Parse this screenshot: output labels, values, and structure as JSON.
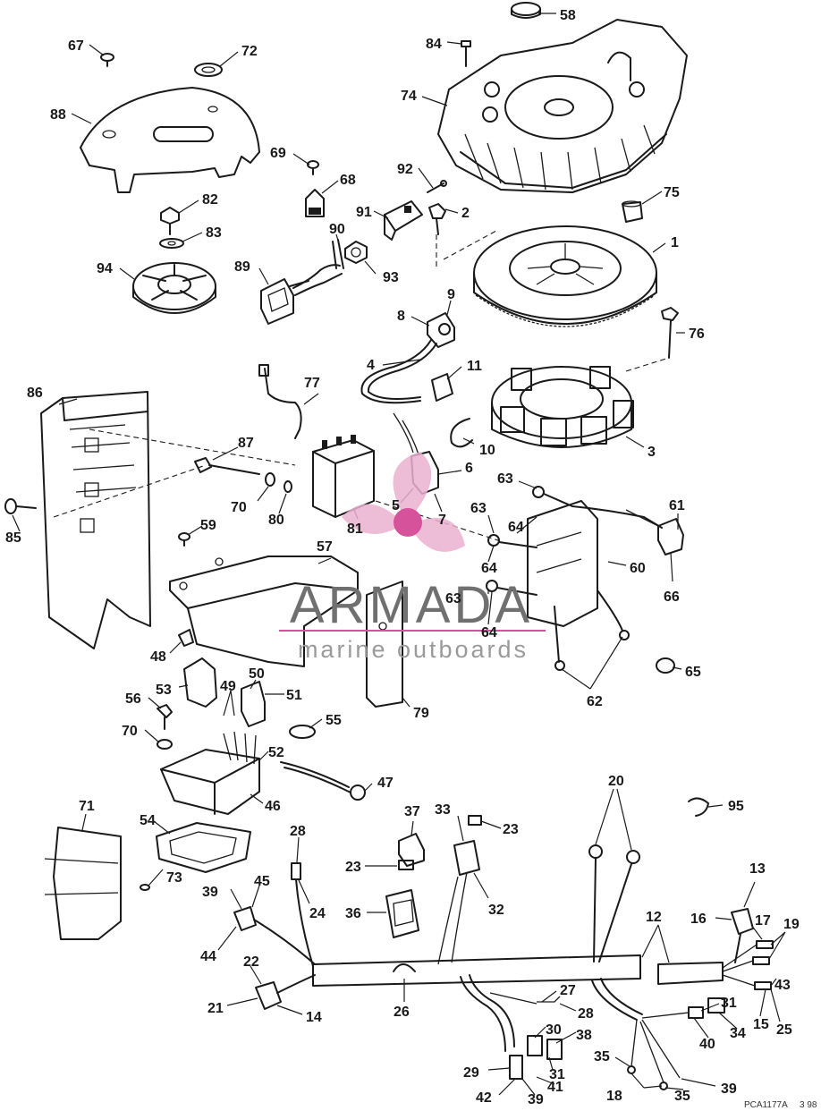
{
  "watermark": {
    "brand": "ARMADA",
    "tagline": "marine outboards",
    "logo_colors": {
      "pink": "#d6529a",
      "light_pink": "#eab0cf",
      "grey": "#707070"
    }
  },
  "drawing_code": "PCA1177A",
  "drawing_date": "3 98",
  "callouts": [
    {
      "id": "c1",
      "label": "1"
    },
    {
      "id": "c2",
      "label": "2"
    },
    {
      "id": "c3",
      "label": "3"
    },
    {
      "id": "c4",
      "label": "4"
    },
    {
      "id": "c5",
      "label": "5"
    },
    {
      "id": "c6",
      "label": "6"
    },
    {
      "id": "c7",
      "label": "7"
    },
    {
      "id": "c8",
      "label": "8"
    },
    {
      "id": "c9",
      "label": "9"
    },
    {
      "id": "c10",
      "label": "10"
    },
    {
      "id": "c11",
      "label": "11"
    },
    {
      "id": "c12",
      "label": "12"
    },
    {
      "id": "c13",
      "label": "13"
    },
    {
      "id": "c14",
      "label": "14"
    },
    {
      "id": "c15",
      "label": "15"
    },
    {
      "id": "c16",
      "label": "16"
    },
    {
      "id": "c17",
      "label": "17"
    },
    {
      "id": "c18",
      "label": "18"
    },
    {
      "id": "c19",
      "label": "19"
    },
    {
      "id": "c20",
      "label": "20"
    },
    {
      "id": "c21",
      "label": "21"
    },
    {
      "id": "c22",
      "label": "22"
    },
    {
      "id": "c23a",
      "label": "23"
    },
    {
      "id": "c23b",
      "label": "23"
    },
    {
      "id": "c24",
      "label": "24"
    },
    {
      "id": "c25",
      "label": "25"
    },
    {
      "id": "c26",
      "label": "26"
    },
    {
      "id": "c27",
      "label": "27"
    },
    {
      "id": "c28a",
      "label": "28"
    },
    {
      "id": "c28b",
      "label": "28"
    },
    {
      "id": "c29",
      "label": "29"
    },
    {
      "id": "c30",
      "label": "30"
    },
    {
      "id": "c31a",
      "label": "31"
    },
    {
      "id": "c31b",
      "label": "31"
    },
    {
      "id": "c32",
      "label": "32"
    },
    {
      "id": "c33",
      "label": "33"
    },
    {
      "id": "c34",
      "label": "34"
    },
    {
      "id": "c35a",
      "label": "35"
    },
    {
      "id": "c35b",
      "label": "35"
    },
    {
      "id": "c36",
      "label": "36"
    },
    {
      "id": "c37",
      "label": "37"
    },
    {
      "id": "c38",
      "label": "38"
    },
    {
      "id": "c39a",
      "label": "39"
    },
    {
      "id": "c39b",
      "label": "39"
    },
    {
      "id": "c39c",
      "label": "39"
    },
    {
      "id": "c40",
      "label": "40"
    },
    {
      "id": "c41",
      "label": "41"
    },
    {
      "id": "c42",
      "label": "42"
    },
    {
      "id": "c43",
      "label": "43"
    },
    {
      "id": "c44",
      "label": "44"
    },
    {
      "id": "c45",
      "label": "45"
    },
    {
      "id": "c46",
      "label": "46"
    },
    {
      "id": "c47",
      "label": "47"
    },
    {
      "id": "c48",
      "label": "48"
    },
    {
      "id": "c49",
      "label": "49"
    },
    {
      "id": "c50",
      "label": "50"
    },
    {
      "id": "c51",
      "label": "51"
    },
    {
      "id": "c52",
      "label": "52"
    },
    {
      "id": "c53",
      "label": "53"
    },
    {
      "id": "c54",
      "label": "54"
    },
    {
      "id": "c55",
      "label": "55"
    },
    {
      "id": "c56",
      "label": "56"
    },
    {
      "id": "c57",
      "label": "57"
    },
    {
      "id": "c58",
      "label": "58"
    },
    {
      "id": "c59",
      "label": "59"
    },
    {
      "id": "c60",
      "label": "60"
    },
    {
      "id": "c61",
      "label": "61"
    },
    {
      "id": "c62",
      "label": "62"
    },
    {
      "id": "c63a",
      "label": "63"
    },
    {
      "id": "c63b",
      "label": "63"
    },
    {
      "id": "c63c",
      "label": "63"
    },
    {
      "id": "c64a",
      "label": "64"
    },
    {
      "id": "c64b",
      "label": "64"
    },
    {
      "id": "c64c",
      "label": "64"
    },
    {
      "id": "c65",
      "label": "65"
    },
    {
      "id": "c66",
      "label": "66"
    },
    {
      "id": "c67",
      "label": "67"
    },
    {
      "id": "c68",
      "label": "68"
    },
    {
      "id": "c69",
      "label": "69"
    },
    {
      "id": "c70a",
      "label": "70"
    },
    {
      "id": "c70b",
      "label": "70"
    },
    {
      "id": "c71",
      "label": "71"
    },
    {
      "id": "c72",
      "label": "72"
    },
    {
      "id": "c73",
      "label": "73"
    },
    {
      "id": "c74",
      "label": "74"
    },
    {
      "id": "c75",
      "label": "75"
    },
    {
      "id": "c76",
      "label": "76"
    },
    {
      "id": "c77",
      "label": "77"
    },
    {
      "id": "c79",
      "label": "79"
    },
    {
      "id": "c80",
      "label": "80"
    },
    {
      "id": "c81",
      "label": "81"
    },
    {
      "id": "c82",
      "label": "82"
    },
    {
      "id": "c83",
      "label": "83"
    },
    {
      "id": "c84",
      "label": "84"
    },
    {
      "id": "c85",
      "label": "85"
    },
    {
      "id": "c86",
      "label": "86"
    },
    {
      "id": "c87",
      "label": "87"
    },
    {
      "id": "c88",
      "label": "88"
    },
    {
      "id": "c89",
      "label": "89"
    },
    {
      "id": "c90",
      "label": "90"
    },
    {
      "id": "c91",
      "label": "91"
    },
    {
      "id": "c92",
      "label": "92"
    },
    {
      "id": "c93",
      "label": "93"
    },
    {
      "id": "c94",
      "label": "94"
    },
    {
      "id": "c95",
      "label": "95"
    }
  ]
}
